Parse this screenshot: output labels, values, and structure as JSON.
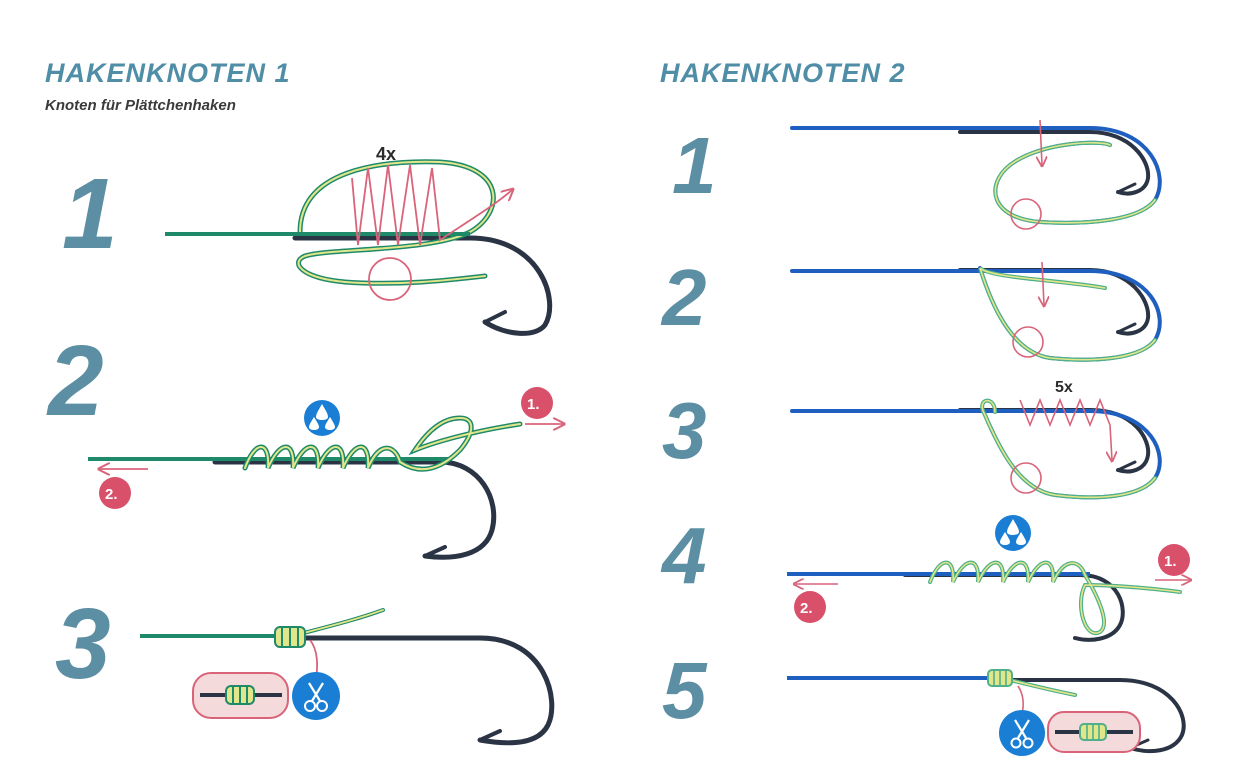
{
  "colors": {
    "heading": "#4f8ea6",
    "step_number": "#5c8fa3",
    "line_green": "#1f8a6a",
    "line_blue": "#1f5fbf",
    "tag_yellow": "#e2e68a",
    "hook": "#2a3444",
    "guide_red": "#d9647a",
    "water_badge": "#1a7fd4"
  },
  "left": {
    "title": "HAKENKNOTEN 1",
    "subtitle": "Knoten für Plättchenhaken",
    "steps": [
      {
        "number": "1",
        "wrap_count": "4x"
      },
      {
        "number": "2",
        "pull_first": "1.",
        "pull_second": "2."
      },
      {
        "number": "3"
      }
    ]
  },
  "right": {
    "title": "HAKENKNOTEN 2",
    "steps": [
      {
        "number": "1"
      },
      {
        "number": "2"
      },
      {
        "number": "3",
        "wrap_count": "5x"
      },
      {
        "number": "4",
        "pull_first": "1.",
        "pull_second": "2."
      },
      {
        "number": "5"
      }
    ]
  },
  "icons": [
    "water-drops-icon",
    "scissors-icon",
    "knot-detail-icon",
    "arrow-icon"
  ]
}
